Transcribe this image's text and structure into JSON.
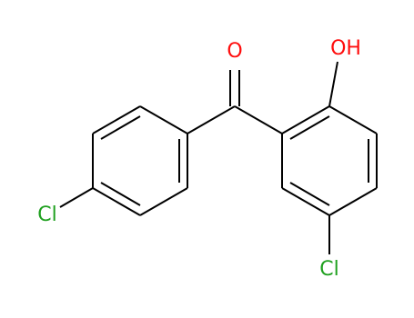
{
  "colors": {
    "background": "#ffffff",
    "bond": "#000000",
    "oxygen": "#ff0d0d",
    "chlorine": "#1fa01f"
  },
  "labels": {
    "carbonyl_oxygen": "O",
    "hydroxyl": "OH",
    "chloro_left": "Cl",
    "chloro_right": "Cl"
  }
}
